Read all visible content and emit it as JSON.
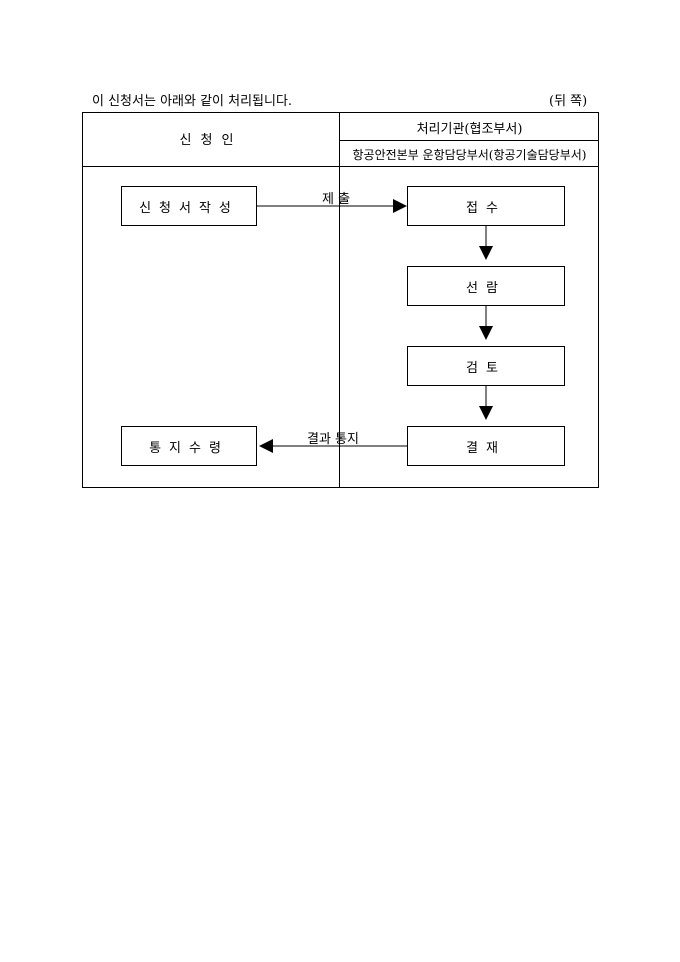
{
  "header": {
    "intro_text": "이 신청서는 아래와 같이 처리됩니다.",
    "side_label": "(뒤 쪽)"
  },
  "table": {
    "left_header": "신청인",
    "right_header_title": "처리기관(협조부서)",
    "right_header_subtitle": "항공안전본부 운항담당부서(항공기술담당부서)"
  },
  "flow": {
    "applicant_boxes": [
      "신청서작성",
      "통지수령"
    ],
    "office_boxes": [
      "접수",
      "선람",
      "검토",
      "결재"
    ],
    "submit_label": "제 출",
    "result_label": "결과 통지"
  }
}
